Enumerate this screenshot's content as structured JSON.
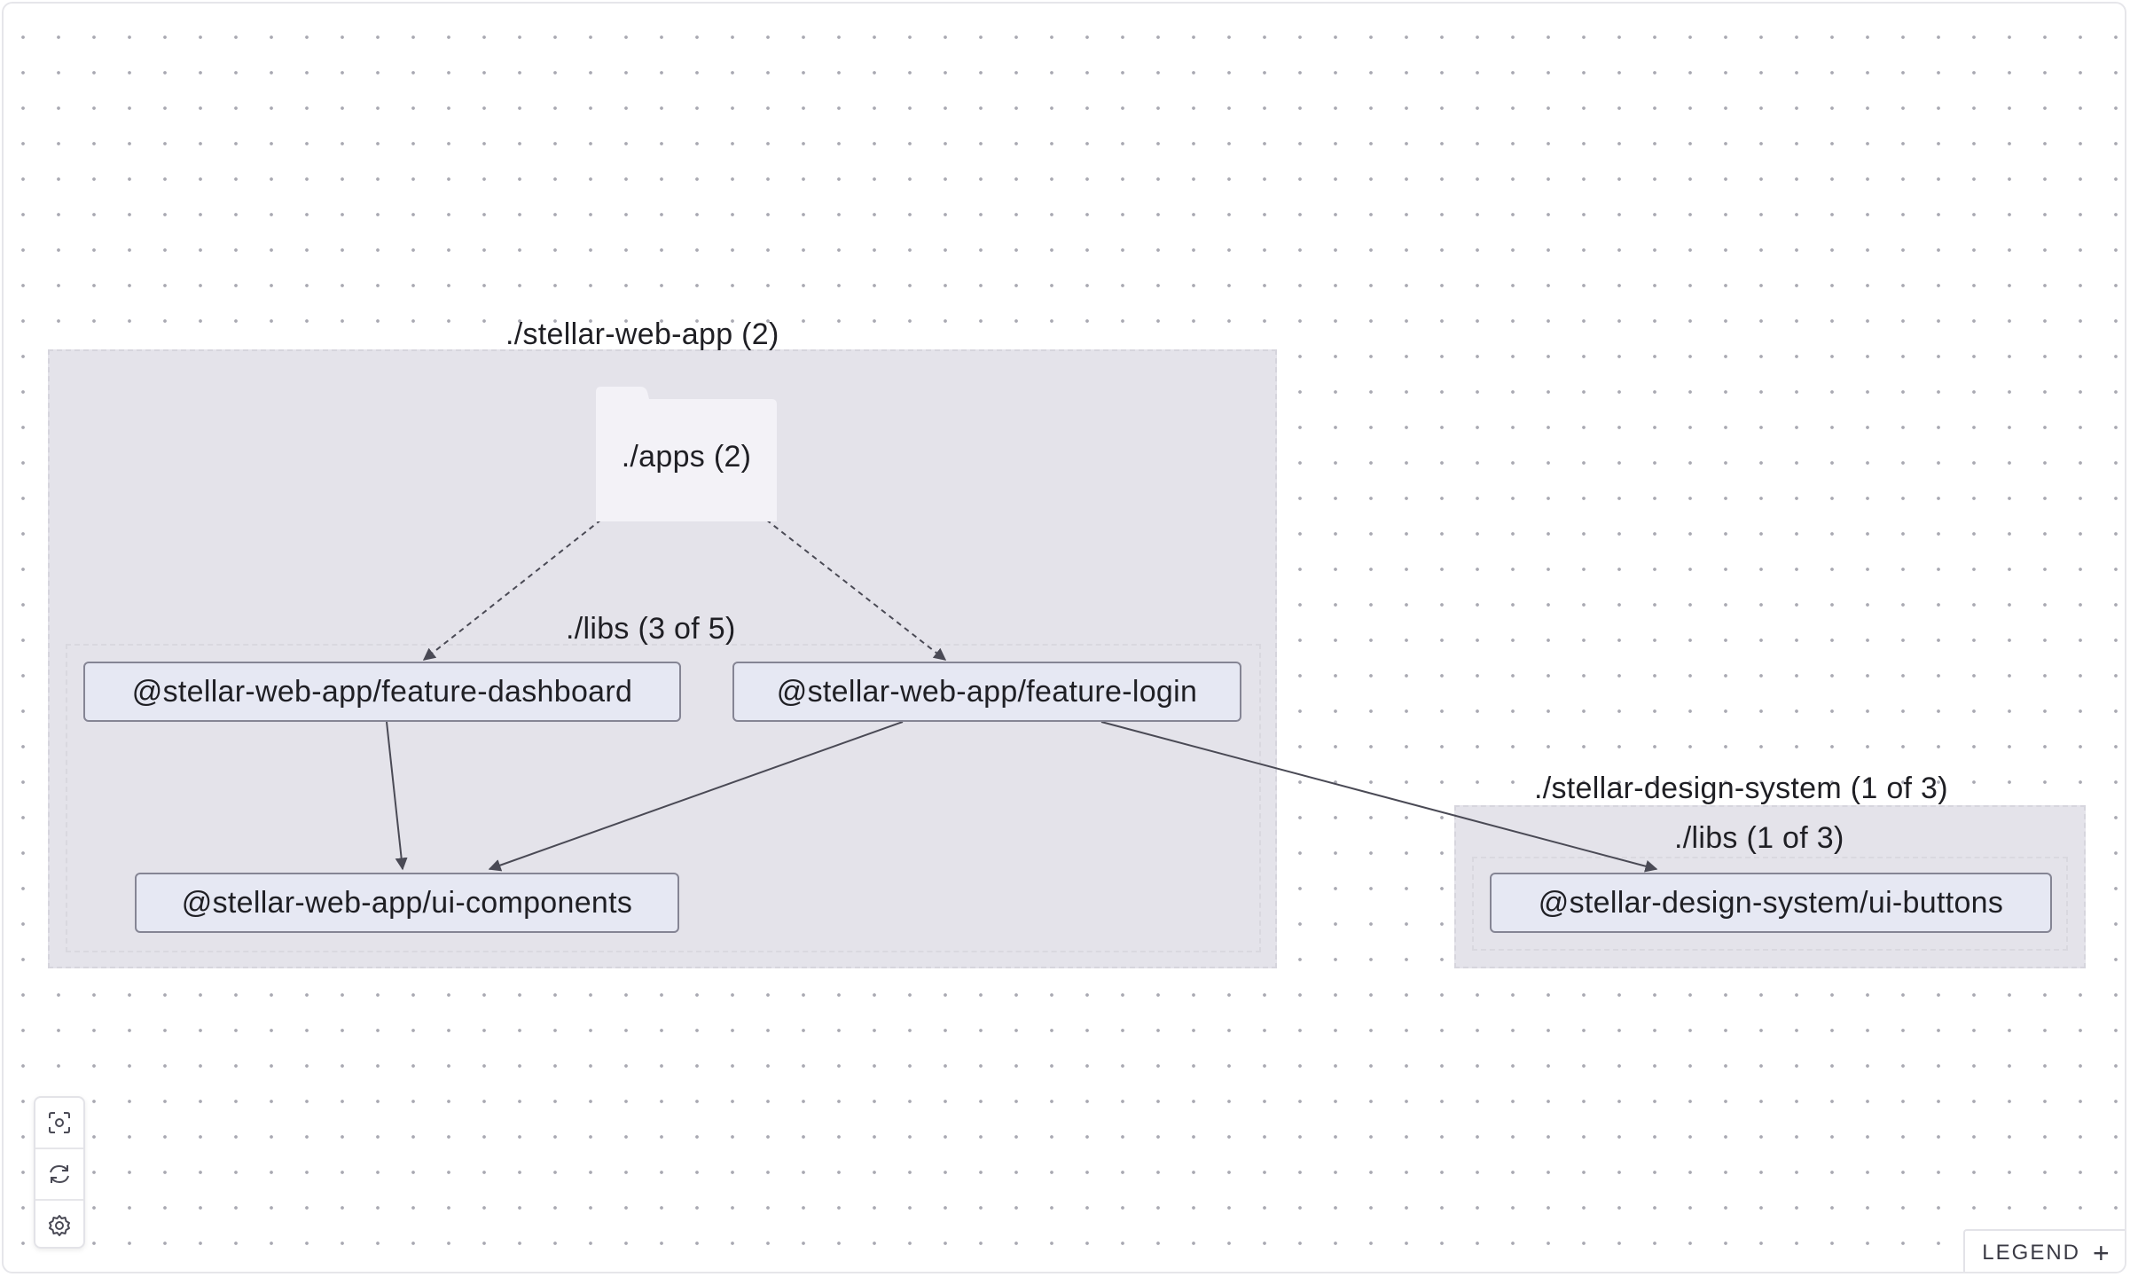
{
  "graph": {
    "groups": {
      "stellar_web_app": "./stellar-web-app (2)",
      "web_app_libs": "./libs (3 of 5)",
      "design_system": "./stellar-design-system (1 of 3)",
      "design_system_libs": "./libs (1 of 3)"
    },
    "folder": {
      "apps": "./apps (2)"
    },
    "nodes": {
      "feature_dashboard": "@stellar-web-app/feature-dashboard",
      "feature_login": "@stellar-web-app/feature-login",
      "ui_components": "@stellar-web-app/ui-components",
      "ui_buttons": "@stellar-design-system/ui-buttons"
    }
  },
  "controls": {
    "icons": [
      "fit-view-icon",
      "refresh-icon",
      "settings-icon"
    ]
  },
  "legend": {
    "label": "LEGEND",
    "toggle_icon": "+"
  }
}
